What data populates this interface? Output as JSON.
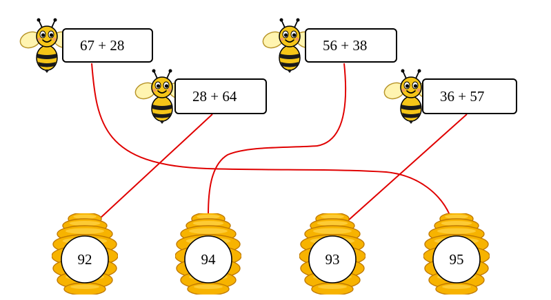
{
  "colors": {
    "connector": "#e00000",
    "bee_body": "#f5c518",
    "bee_stripe": "#1a1a1a",
    "wing": "#fff4b0",
    "hive_fill": "#f7b300",
    "hive_edge": "#c07a00",
    "hive_shade": "#ffd54a"
  },
  "bees": [
    {
      "expression": "67 + 28",
      "icon": "bee-icon"
    },
    {
      "expression": "28 + 64",
      "icon": "bee-icon"
    },
    {
      "expression": "56 + 38",
      "icon": "bee-icon"
    },
    {
      "expression": "36 + 57",
      "icon": "bee-icon"
    }
  ],
  "hives": [
    {
      "value": "92",
      "icon": "beehive-icon"
    },
    {
      "value": "94",
      "icon": "beehive-icon"
    },
    {
      "value": "93",
      "icon": "beehive-icon"
    },
    {
      "value": "95",
      "icon": "beehive-icon"
    }
  ]
}
